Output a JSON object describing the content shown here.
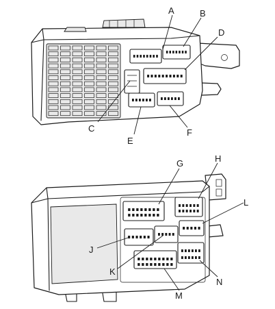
{
  "labels": {
    "A": "A",
    "B": "B",
    "C": "C",
    "D": "D",
    "E": "E",
    "F": "F",
    "G": "G",
    "H": "H",
    "J": "J",
    "K": "K",
    "L": "L",
    "M": "M",
    "N": "N"
  },
  "colors": {
    "line": "#1a1a1a",
    "background": "#ffffff",
    "shade": "#e9e9e9"
  }
}
